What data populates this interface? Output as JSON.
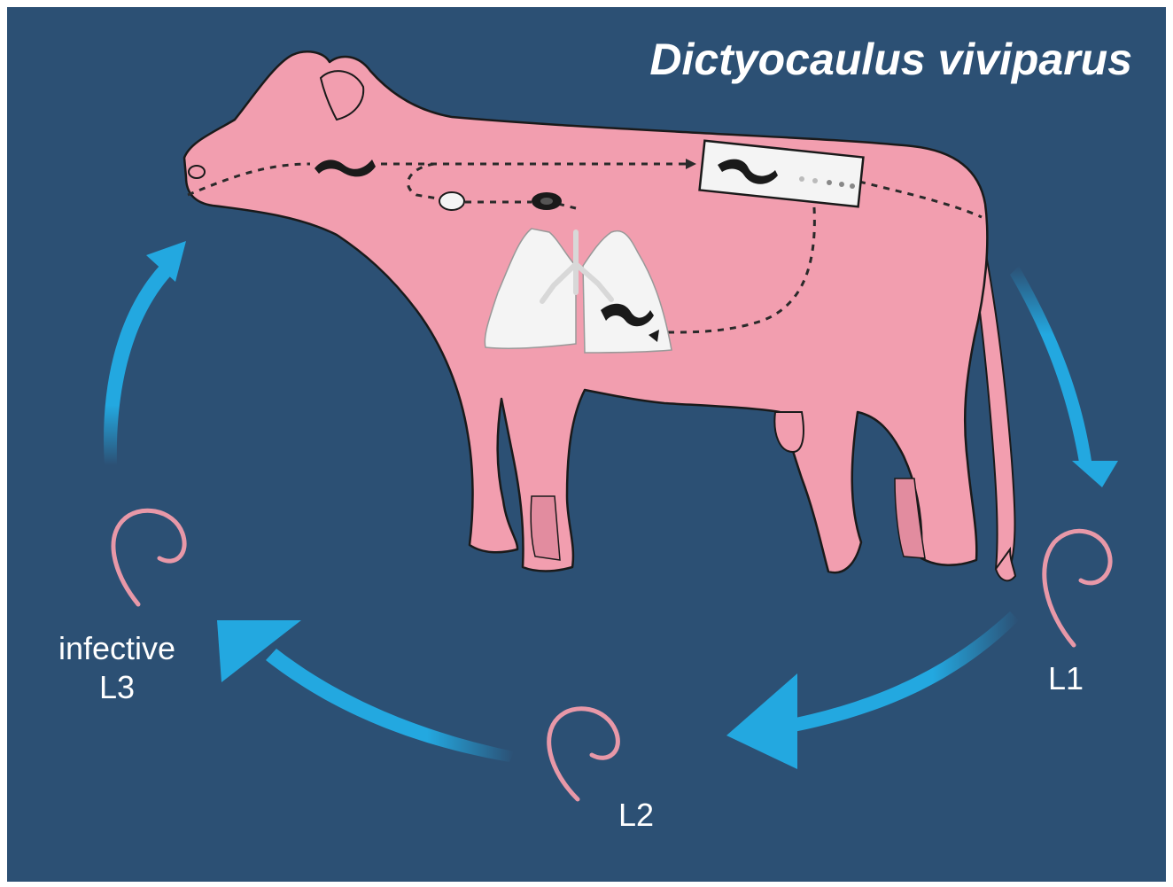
{
  "title": "Dictyocaulus viviparus",
  "labels": {
    "l1": "L1",
    "l2": "L2",
    "l3_line1": "infective",
    "l3_line2": "L3"
  },
  "colors": {
    "background": "#2c5074",
    "frame": "#ffffff",
    "cow_body": "#f29eaf",
    "cow_outline": "#1a1a1a",
    "lungs": "#f4f4f4",
    "arrow": "#23a8e0",
    "larva": "#e898a8",
    "text": "#ffffff"
  },
  "icons": {
    "host": "cow-icon",
    "organ": "lungs-icon",
    "cycle_arrows": "curved-arrow-icon",
    "larvae": "larva-icon"
  }
}
